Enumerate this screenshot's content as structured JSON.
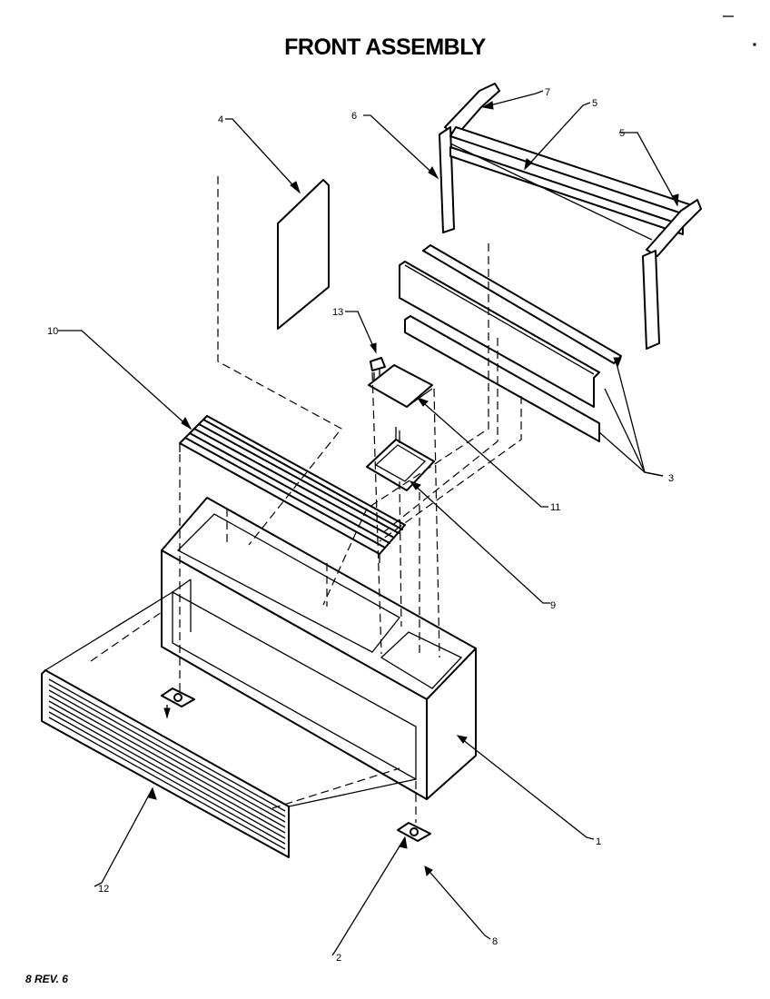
{
  "title": "FRONT ASSEMBLY",
  "footer": "8 REV. 6",
  "callouts": {
    "c1": "1",
    "c2": "2",
    "c3": "3",
    "c4": "4",
    "c5a": "5",
    "c5b": "5",
    "c6": "6",
    "c7": "7",
    "c8": "8",
    "c9": "9",
    "c10": "10",
    "c11": "11",
    "c12": "12",
    "c13": "13"
  }
}
